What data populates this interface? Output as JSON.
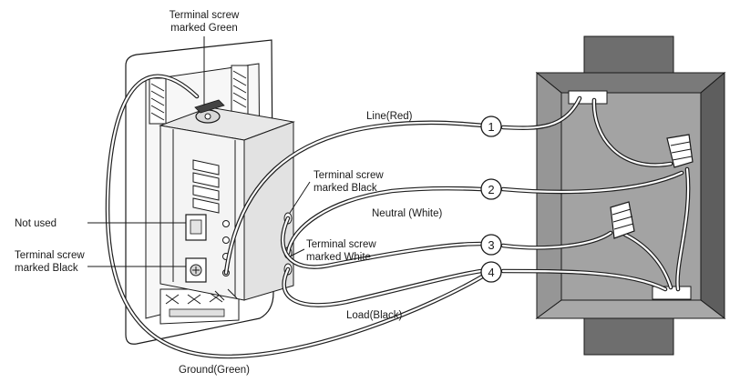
{
  "labels": {
    "terminal_green_line1": "Terminal screw",
    "terminal_green_line2": "marked Green",
    "line_red": "Line(Red)",
    "terminal_black_right_line1": "Terminal screw",
    "terminal_black_right_line2": "marked Black",
    "neutral_white": "Neutral (White)",
    "terminal_white_line1": "Terminal screw",
    "terminal_white_line2": "marked White",
    "not_used": "Not used",
    "terminal_black_left_line1": "Terminal screw",
    "terminal_black_left_line2": "marked Black",
    "load_black": "Load(Black)",
    "ground_green": "Ground(Green)"
  },
  "wire_numbers": [
    "1",
    "2",
    "3",
    "4"
  ],
  "colors": {
    "line": "#1a1a1a",
    "box_outer": "#6e6e6e",
    "box_inner": "#9a9a9a",
    "box_back": "#8c8c8c",
    "device_fill": "#f2f2f2",
    "screw_fill": "#d8d8d8"
  },
  "icons": {
    "wire_nut": "wire-nut-icon",
    "screw": "terminal-screw-icon"
  }
}
